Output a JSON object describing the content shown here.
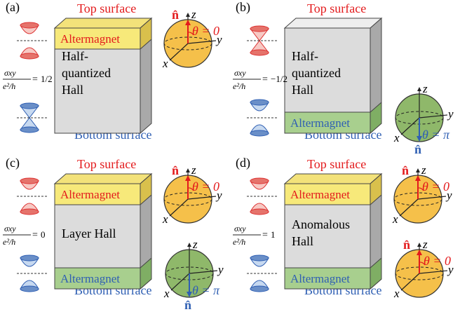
{
  "panels": [
    {
      "label": "(a)",
      "top_label": "Top surface",
      "bottom_label": "Bottom surface",
      "block_text": [
        "Half-",
        "quantized",
        "Hall"
      ],
      "top_layer_text": "Altermagnet",
      "bottom_layer_text": "",
      "sigma_value": "1/2",
      "top_sphere": {
        "color": "#f5c04a",
        "theta_text": "θ = 0",
        "n_label": "n̂"
      },
      "bottom_sphere": null
    },
    {
      "label": "(b)",
      "top_label": "Top surface",
      "bottom_label": "Bottom surface",
      "block_text": [
        "Half-",
        "quantized",
        "Hall"
      ],
      "top_layer_text": "",
      "bottom_layer_text": "Altermagnet",
      "sigma_value": "−1/2",
      "top_sphere": null,
      "bottom_sphere": {
        "color": "#8fb86a",
        "theta_text": "θ = π",
        "n_label": "n̂"
      }
    },
    {
      "label": "(c)",
      "top_label": "Top surface",
      "bottom_label": "Bottom surface",
      "block_text": [
        "Layer Hall"
      ],
      "top_layer_text": "Altermagnet",
      "bottom_layer_text": "Altermagnet",
      "sigma_value": "0",
      "top_sphere": {
        "color": "#f5c04a",
        "theta_text": "θ = 0",
        "n_label": "n̂"
      },
      "bottom_sphere": {
        "color": "#8fb86a",
        "theta_text": "θ = π",
        "n_label": "n̂"
      }
    },
    {
      "label": "(d)",
      "top_label": "Top surface",
      "bottom_label": "Bottom surface",
      "block_text": [
        "Anomalous",
        "Hall"
      ],
      "top_layer_text": "Altermagnet",
      "bottom_layer_text": "Altermagnet",
      "sigma_value": "1",
      "top_sphere": {
        "color": "#f5c04a",
        "theta_text": "θ = 0",
        "n_label": "n̂"
      },
      "bottom_sphere": {
        "color": "#f5c04a",
        "theta_text": "θ = 0",
        "n_label": "n̂"
      }
    }
  ],
  "sigma_numerator": "σxy",
  "sigma_denominator": "e²/h",
  "axis_labels": {
    "x": "x",
    "y": "y",
    "z": "z"
  },
  "colors": {
    "top_red": "#e31a1c",
    "bottom_blue": "#2f5fb3",
    "yellow_layer": "#f7e97a",
    "green_layer": "#a8cf8e",
    "block_face": "#dcdcdc",
    "block_side": "#a9a9a9",
    "block_top": "#eeeeee"
  }
}
